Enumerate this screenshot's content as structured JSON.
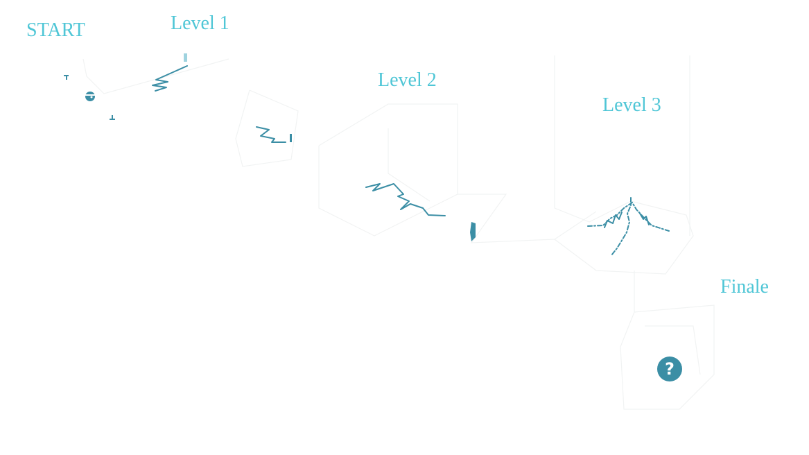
{
  "map": {
    "labels": {
      "start": "START",
      "level1": "Level 1",
      "level2": "Level 2",
      "level3": "Level 3",
      "finale": "Finale"
    },
    "finale_marker": "?",
    "icons": {
      "player": "player-icon",
      "finale": "question-icon"
    },
    "colors": {
      "label": "#4fc6d6",
      "ink": "#3b8ea5",
      "ghost_lines": "#f1f3f3",
      "background": "#ffffff"
    }
  }
}
